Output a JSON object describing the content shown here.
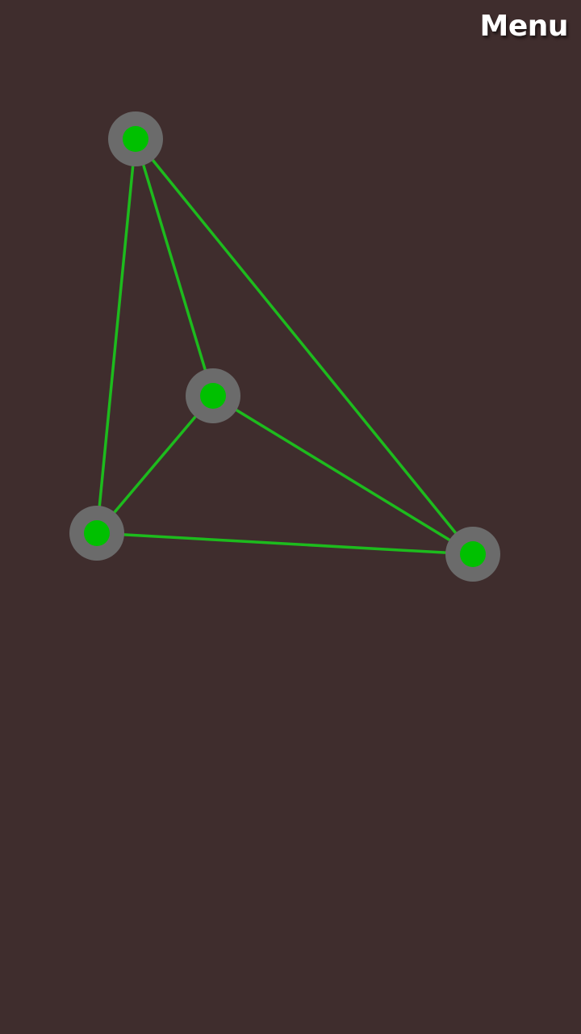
{
  "menu": {
    "label": "Menu"
  },
  "colors": {
    "background": "#3f2d2d",
    "edge": "#1dbb1d",
    "node_ring": "#6b6b6b",
    "node_core": "#00c000",
    "menu_text": "#ffffff"
  },
  "puzzle": {
    "node_icon": "circle-node",
    "nodes": [
      {
        "id": "n1"
      },
      {
        "id": "n2"
      },
      {
        "id": "n3"
      },
      {
        "id": "n4"
      }
    ],
    "edges": [
      {
        "from": "n1",
        "to": "n2"
      },
      {
        "from": "n1",
        "to": "n3"
      },
      {
        "from": "n1",
        "to": "n4"
      },
      {
        "from": "n2",
        "to": "n3"
      },
      {
        "from": "n2",
        "to": "n4"
      },
      {
        "from": "n3",
        "to": "n4"
      }
    ]
  }
}
